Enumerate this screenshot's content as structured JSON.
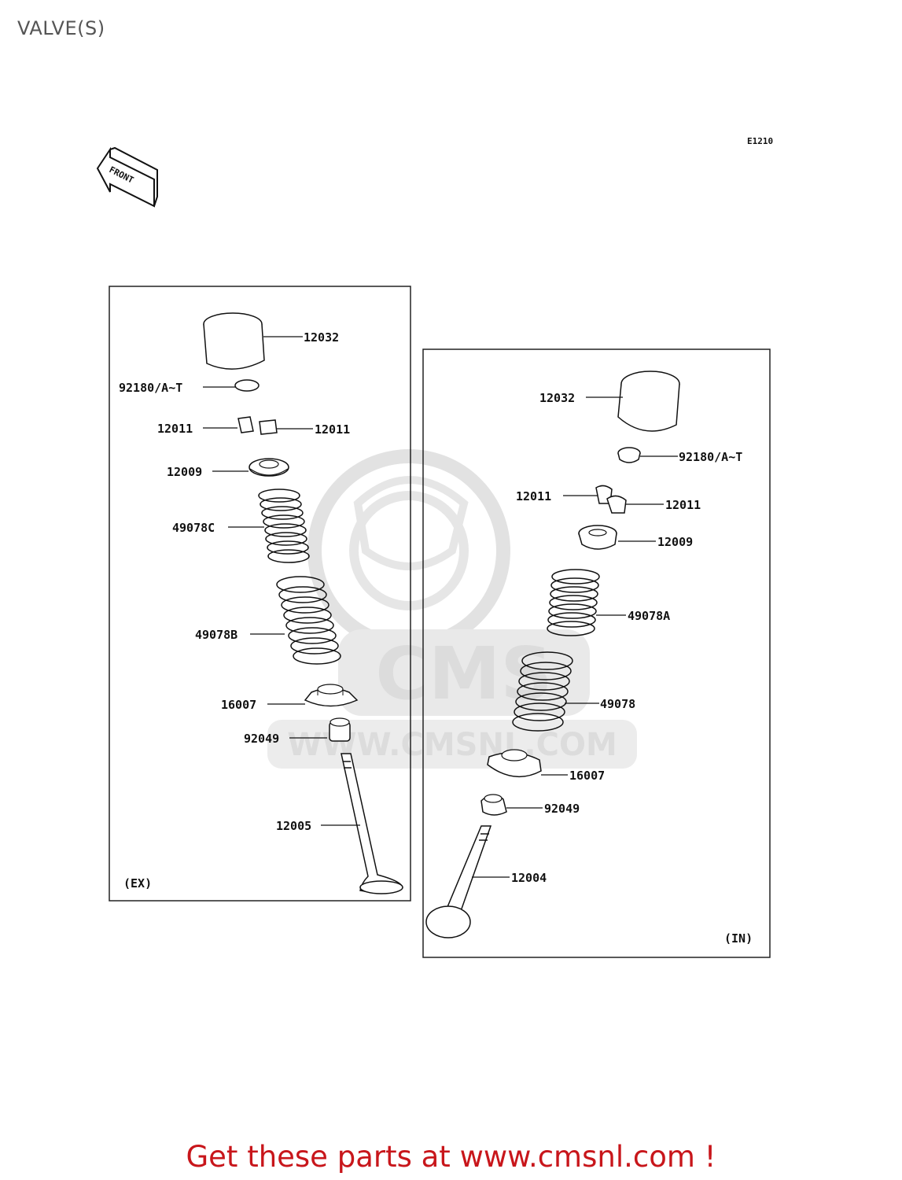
{
  "page": {
    "title": "VALVE(S)",
    "diagram_code": "E1210",
    "front_label": "FRONT",
    "cta_text": "Get these parts at www.cmsnl.com !"
  },
  "watermark": {
    "brand": "CMS",
    "url": "WWW.CMSNL.COM"
  },
  "exhaust_panel": {
    "label": "(EX)",
    "parts": [
      "12032",
      "92180/A~T",
      "12011",
      "12011",
      "12009",
      "49078C",
      "49078B",
      "16007",
      "92049",
      "12005"
    ]
  },
  "intake_panel": {
    "label": "(IN)",
    "parts": [
      "12032",
      "92180/A~T",
      "12011",
      "12011",
      "12009",
      "49078A",
      "49078",
      "16007",
      "92049",
      "12004"
    ]
  }
}
